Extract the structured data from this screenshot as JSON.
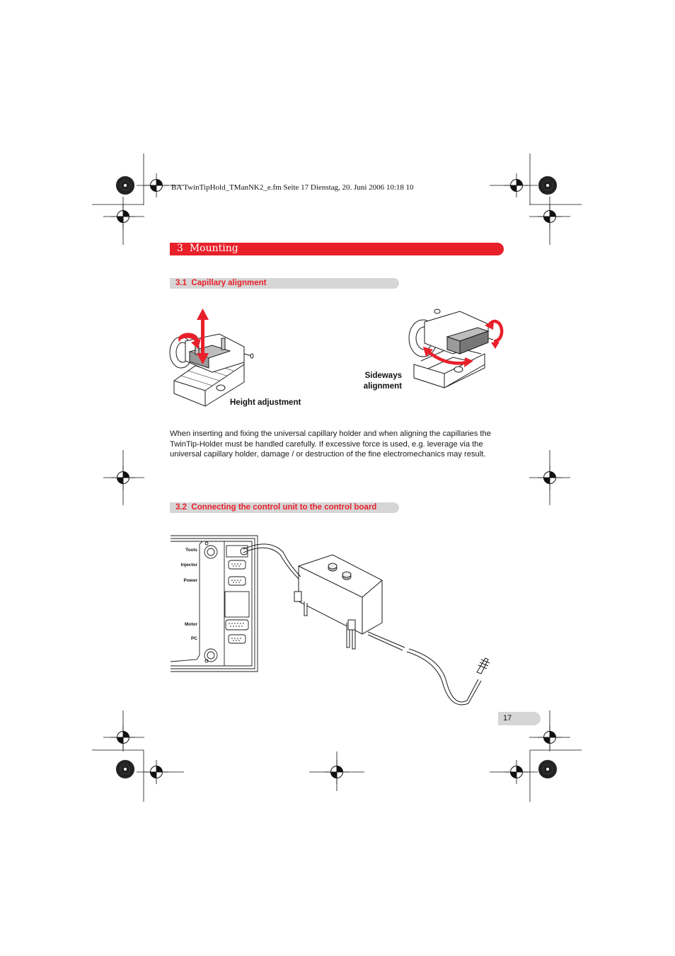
{
  "header": {
    "print_line": "BA TwinTipHold_TManNK2_e.fm  Seite 17  Dienstag, 20. Juni 2006  10:18 10"
  },
  "chapter": {
    "number": "3",
    "title": "Mounting"
  },
  "section_1": {
    "number": "3.1",
    "title": "Capillary alignment",
    "figure_left_caption": "Height adjustment",
    "figure_right_caption_line1": "Sideways",
    "figure_right_caption_line2": "alignment",
    "paragraph": "When inserting and fixing the universal capillary holder and when aligning the capillaries the TwinTip-Holder must be handled carefully. If excessive force is used, e.g. leverage via the universal capillary holder, damage / or destruction of the fine electromechanics may result."
  },
  "section_2": {
    "number": "3.2",
    "title": "Connecting the control unit to the control board",
    "panel_labels": [
      "Tools",
      "Injector",
      "Power",
      "Motor",
      "PC"
    ]
  },
  "footer": {
    "page_number": "17"
  },
  "colors": {
    "accent_red": "#e8202a",
    "section_grey": "#d6d6d6",
    "line_dark": "#1a1a1a"
  }
}
